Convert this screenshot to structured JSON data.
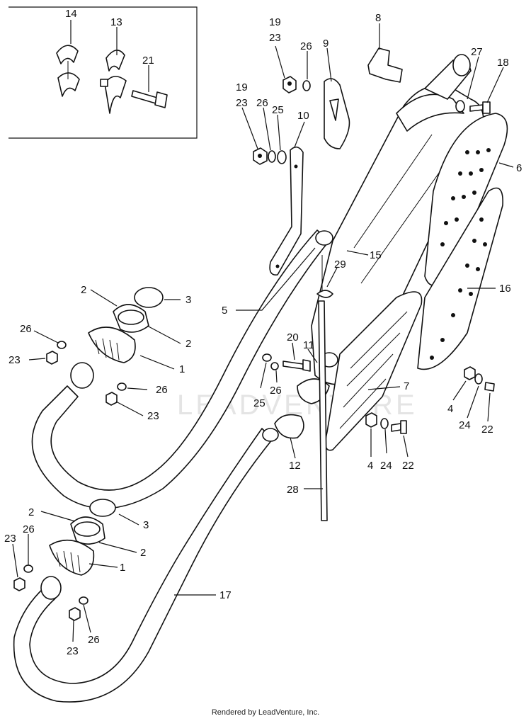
{
  "labels": {
    "p14": "14",
    "p13": "13",
    "p21": "21",
    "p19a": "19",
    "p23a": "23",
    "p26a": "26",
    "p9": "9",
    "p8": "8",
    "p27": "27",
    "p18": "18",
    "p19b": "19",
    "p23b": "23",
    "p26b": "26",
    "p25a": "25",
    "p10": "10",
    "p6": "6",
    "p15": "15",
    "p29": "29",
    "p16": "16",
    "p5": "5",
    "p2a": "2",
    "p3a": "3",
    "p2b": "2",
    "p1a": "1",
    "p26c": "26",
    "p23c": "23",
    "p26d": "26",
    "p23d": "23",
    "p20": "20",
    "p11": "11",
    "p25b": "25",
    "p26e": "26",
    "p7": "7",
    "p4a": "4",
    "p24a": "24",
    "p22a": "22",
    "p4b": "4",
    "p24b": "24",
    "p22b": "22",
    "p12": "12",
    "p28": "28",
    "p2c": "2",
    "p3b": "3",
    "p2d": "2",
    "p1b": "1",
    "p23e": "23",
    "p26f": "26",
    "p17": "17",
    "p23f": "23",
    "p26g": "26"
  },
  "watermark": "LEADVENTURE",
  "footer": "Rendered by LeadVenture, Inc."
}
